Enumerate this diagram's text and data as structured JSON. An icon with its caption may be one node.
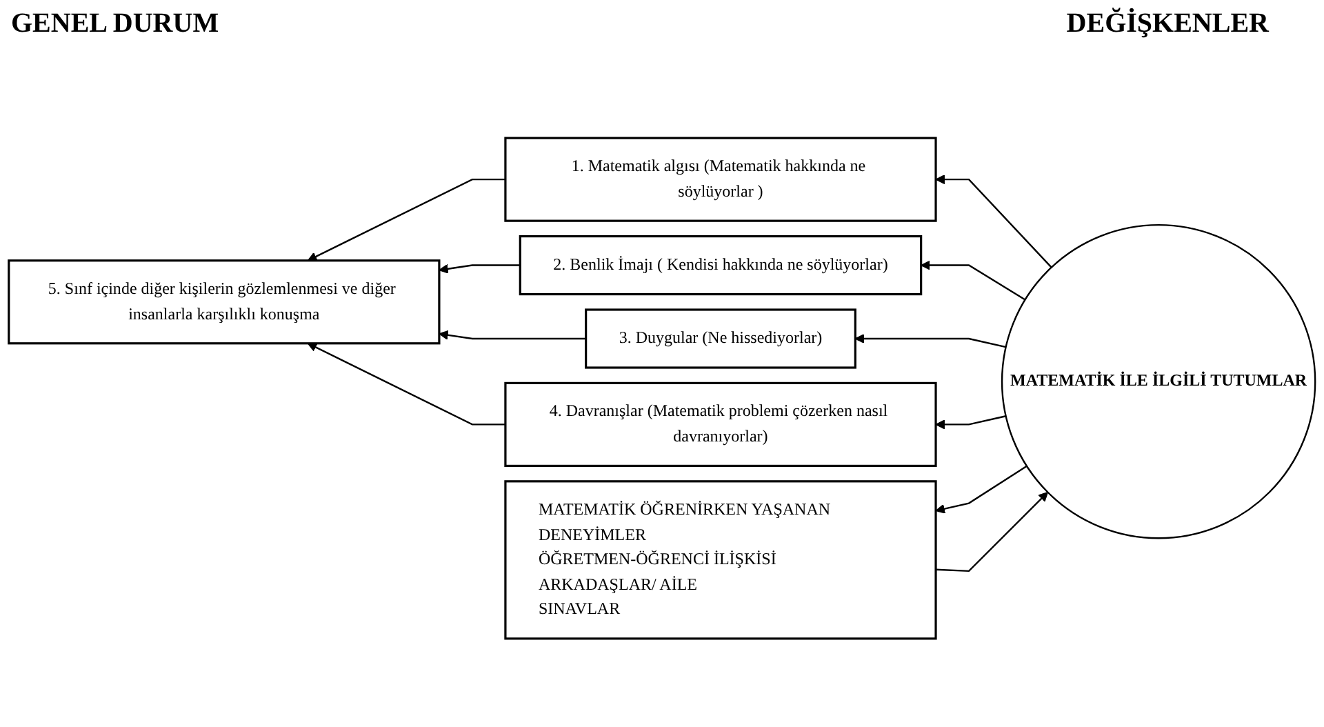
{
  "diagram": {
    "nodes": [
      {
        "text": [
          "1. Matematik algısı (Matematik hakkında ne söylüyorlar )"
        ]
      },
      {
        "text": [
          "2. Benlik İmajı ( Kendisi hakkında ne söylüyorlar)"
        ]
      },
      {
        "text": [
          "3. Duygular (Ne hissediyorlar)"
        ]
      },
      {
        "text": [
          "4. Davranışlar (Matematik problemi çözerken nasıl davranıyorlar)"
        ]
      },
      {
        "text": [
          "5. Sınf içinde diğer kişilerin gözlemlenmesi ve diğer insanlarla karşılıklı konuşma"
        ]
      },
      {
        "text": [
          "MATEMATİK İLE İLGİLİ TUTUMLAR"
        ]
      },
      {
        "text": [
          "MATEMATİK ÖĞRENİRKEN YAŞANAN DENEYİMLER",
          "ÖĞRETMEN-ÖĞRENCİ İLİŞKİSİ",
          "ARKADAŞLAR/ AİLE",
          "SINAVLAR"
        ]
      }
    ],
    "edges": [
      {
        "from": 5,
        "to": 0,
        "arrow": "to"
      },
      {
        "from": 5,
        "to": 1,
        "arrow": "to"
      },
      {
        "from": 5,
        "to": 2,
        "arrow": "to"
      },
      {
        "from": 5,
        "to": 3,
        "arrow": "to"
      },
      {
        "from": 5,
        "to": 6,
        "arrow": "to"
      },
      {
        "from": 6,
        "to": 5,
        "arrow": "to"
      },
      {
        "from": 0,
        "to": 4,
        "arrow": "to"
      },
      {
        "from": 1,
        "to": 4,
        "arrow": "to"
      },
      {
        "from": 2,
        "to": 4,
        "arrow": "to"
      },
      {
        "from": 3,
        "to": 4,
        "arrow": "to"
      }
    ],
    "labels": [
      "GENEL DURUM",
      "DEĞİŞKENLER"
    ]
  }
}
